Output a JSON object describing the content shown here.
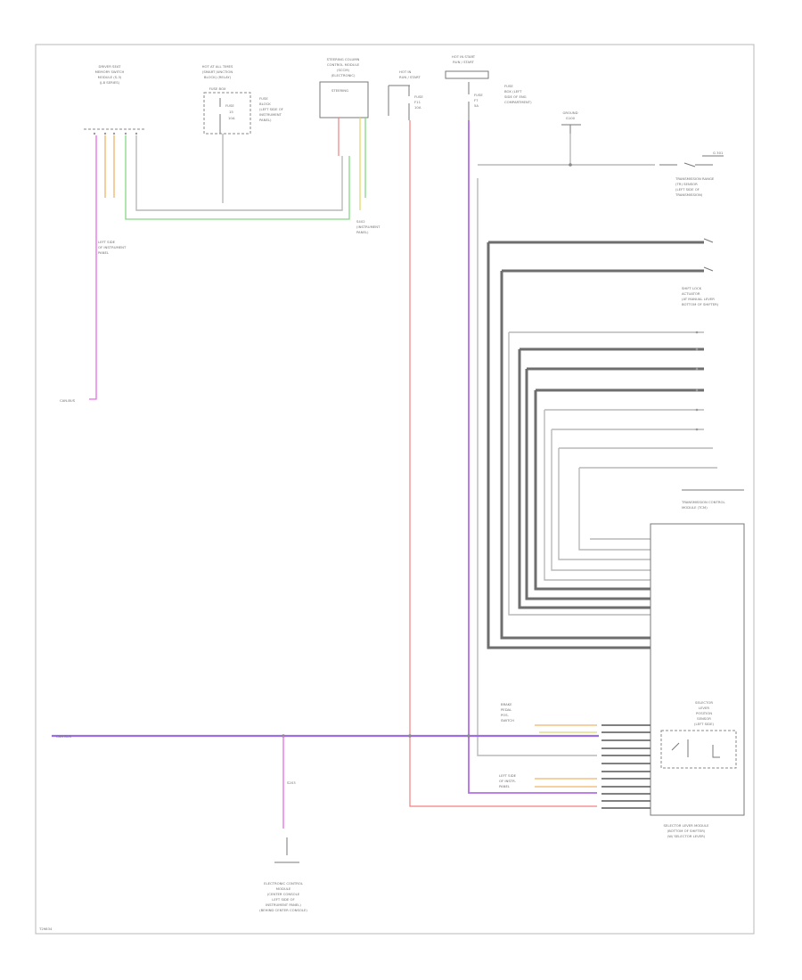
{
  "diagram": {
    "page_ref": "T29834",
    "components": {
      "driver_seat_module": {
        "lines": [
          "DRIVER SEAT",
          "MEMORY SWITCH",
          "MODULE (S-3)",
          "(J-8 SERIES)"
        ]
      },
      "hot_at_all_times_fuse": {
        "lines": [
          "HOT AT ALL TIMES",
          "(SMART JUNCTION",
          "BLOCK) (RELAY)",
          "FUSE BOX"
        ],
        "fuse": [
          "FUSE",
          "15",
          "10A"
        ],
        "side": [
          "FUSE",
          "BLOCK",
          "(LEFT SIDE OF",
          "INSTRUMENT",
          "PANEL)"
        ]
      },
      "steering_column_module": {
        "lines": [
          "STEERING COLUMN",
          "CONTROL MODULE",
          "(SCCM)",
          "(ELECTRONIC)"
        ],
        "label": "STEERING"
      },
      "hot_in_run": {
        "lines": [
          "HOT IN",
          "RUN / START"
        ],
        "fuse": [
          "FUSE",
          "F11",
          "10A"
        ]
      },
      "hot_in_start": {
        "lines": [
          "HOT IN START",
          "RUN / START"
        ],
        "fuse": [
          "FUSE",
          "F7",
          "5A"
        ],
        "side": [
          "FUSE",
          "BOX (LEFT",
          "SIDE OF ENG",
          "COMPARTMENT)"
        ]
      },
      "ground_block": {
        "lines": [
          "GROUND",
          "G100"
        ]
      },
      "ground_right": {
        "lines": [
          "G 301"
        ]
      },
      "trans_range_switch": {
        "lines": [
          "TRANSMISSION RANGE",
          "(TR) SENSOR",
          "(LEFT SIDE OF",
          "TRANSMISSION)"
        ]
      },
      "shift_lock_actuator": {
        "lines": [
          "SHIFT LOCK",
          "ACTUATOR",
          "(AT MANUAL LEVER",
          "BOTTOM OF SHIFTER)"
        ]
      },
      "trans_control_module_hdr": {
        "lines": [
          "TRANSMISSION CONTROL",
          "MODULE (TCM)"
        ]
      },
      "select_lever": {
        "lines": [
          "SELECTOR",
          "LEVER",
          "POSITION",
          "SENSOR",
          "(LEFT SIDE)"
        ]
      },
      "select_lever_footer": {
        "lines": [
          "SELECTOR LEVER MODULE",
          "(BOTTOM OF SHIFTER)",
          "(W/ SELECTOR LEVER)"
        ]
      },
      "electronic_ctrl": {
        "lines": [
          "ELECTRONIC CONTROL",
          "MODULE",
          "(CENTER CONSOLE",
          "LEFT SIDE OF",
          "INSTRUMENT PANEL)",
          "(BEHIND CENTER CONSOLE)"
        ]
      },
      "left_side_connector": {
        "lines": [
          "LEFT SIDE",
          "OF INSTRUMENT",
          "PANEL"
        ]
      },
      "splice_green": {
        "lines": [
          "S402",
          "(INSTRUMENT",
          "PANEL)"
        ]
      },
      "bus_label_left": "CAN BUS",
      "bus_label_pink": "CAN-BUS",
      "splice_bus": "S203"
    }
  }
}
